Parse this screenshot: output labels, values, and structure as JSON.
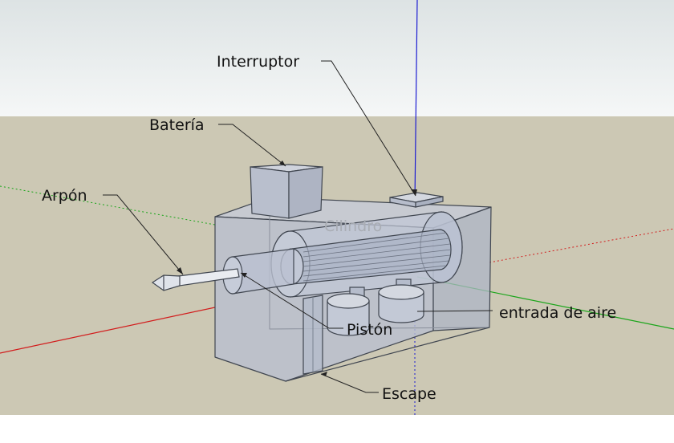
{
  "colors": {
    "sky_top": "#dfe5e6",
    "sky_bottom": "#f4f6f6",
    "ground": "#ccc8b4",
    "glass_fill": "#b8bfd0",
    "edge": "#404650",
    "axis_red": "#d21c1c",
    "axis_green": "#1aa51a",
    "axis_blue": "#1c1cd2"
  },
  "labels": {
    "interruptor": "Interruptor",
    "bateria": "Batería",
    "arpon": "Arpón",
    "cilindro": "Cilindro",
    "entrada_aire": "entrada de aire",
    "piston": "Pistón",
    "escape": "Escape"
  }
}
